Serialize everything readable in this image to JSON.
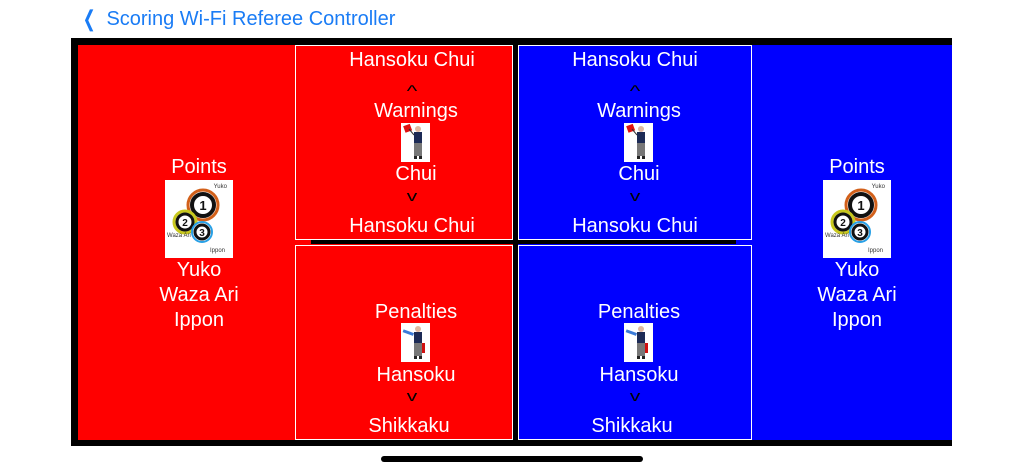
{
  "nav": {
    "back_label": "Scoring Wi-Fi Referee Controller",
    "back_icon": "chevron-left-icon",
    "color": "#1a7cf5"
  },
  "colors": {
    "red": "#ff0000",
    "blue": "#0000ff",
    "frame": "#000000"
  },
  "red": {
    "points": {
      "title": "Points",
      "image_labels": {
        "one": "Yuko",
        "two": "Waza Ari",
        "three": "Ippon"
      },
      "lines": [
        "Yuko",
        "Waza Ari",
        "Ippon"
      ]
    },
    "warnings": {
      "top": "Hansoku Chui",
      "title": "Warnings",
      "current": "Chui",
      "bottom": "Hansoku Chui"
    },
    "penalties": {
      "title": "Penalties",
      "current": "Hansoku",
      "bottom": "Shikkaku"
    }
  },
  "blue": {
    "points": {
      "title": "Points",
      "image_labels": {
        "one": "Yuko",
        "two": "Waza Ari",
        "three": "Ippon"
      },
      "lines": [
        "Yuko",
        "Waza Ari",
        "Ippon"
      ]
    },
    "warnings": {
      "top": "Hansoku Chui",
      "title": "Warnings",
      "current": "Chui",
      "bottom": "Hansoku Chui"
    },
    "penalties": {
      "title": "Penalties",
      "current": "Hansoku",
      "bottom": "Shikkaku"
    }
  }
}
